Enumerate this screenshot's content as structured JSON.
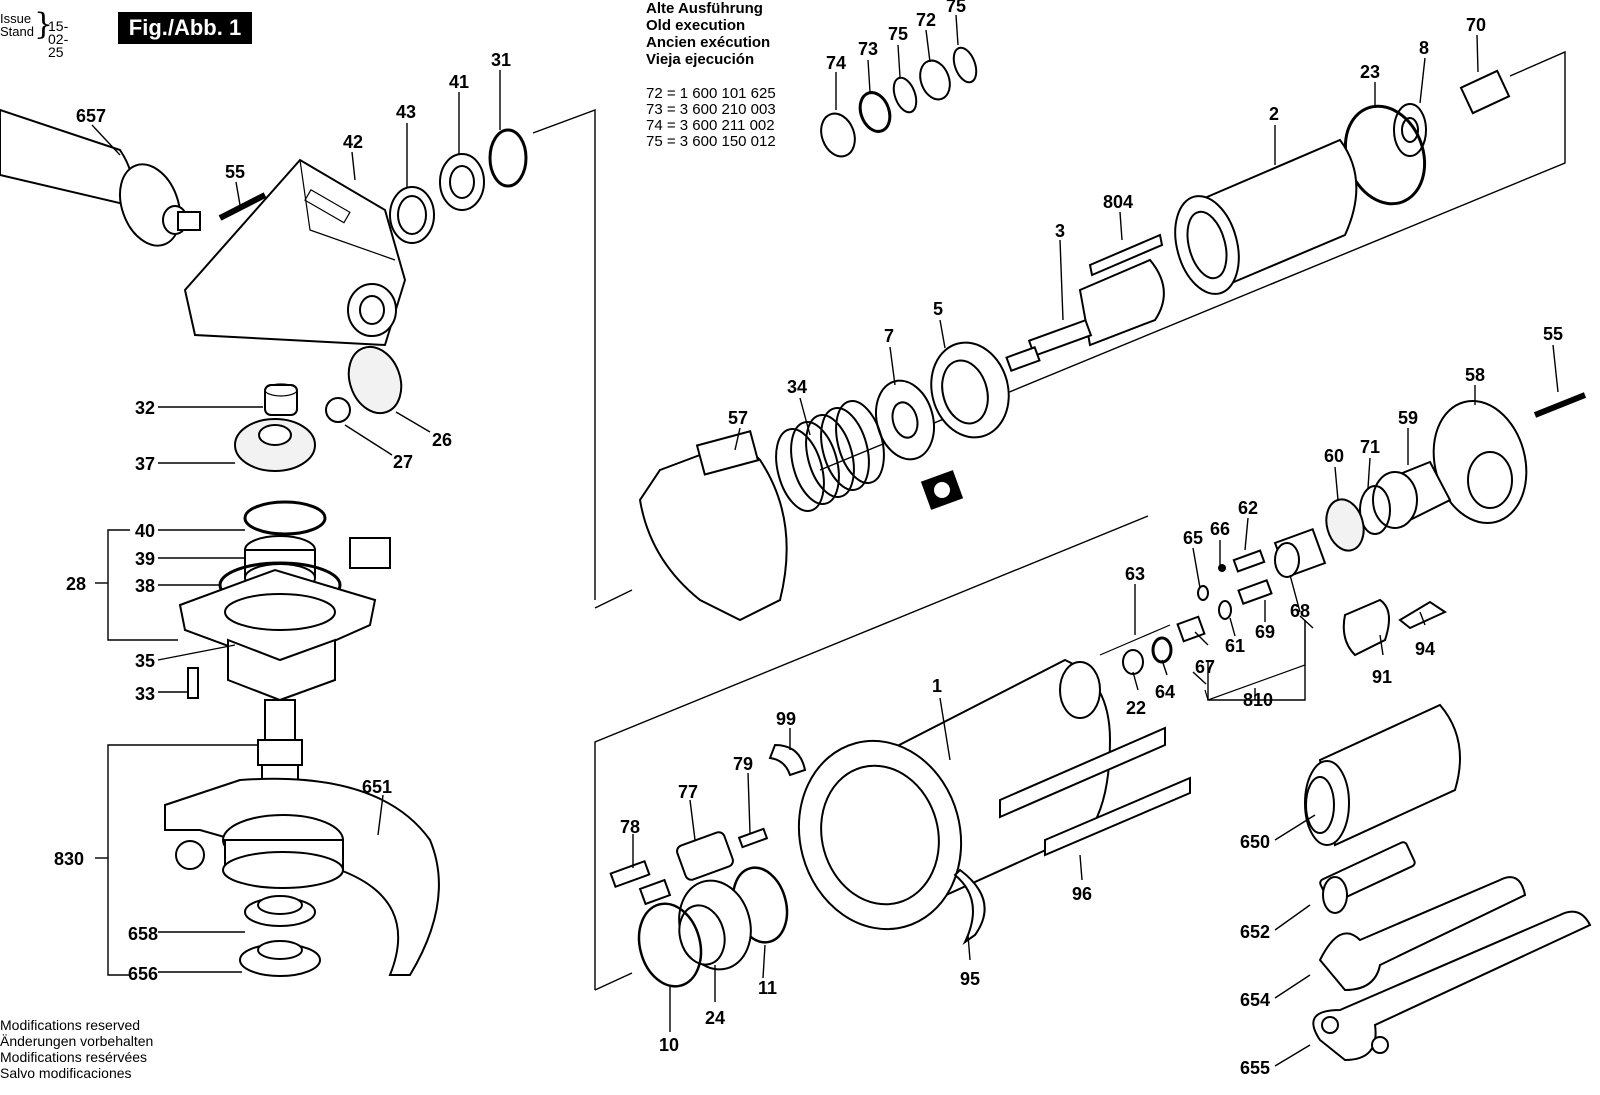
{
  "header": {
    "issue_label": "Issue",
    "stand_label": "Stand",
    "issue_date": "15-02-25",
    "fig_label": "Fig./Abb. 1"
  },
  "old_execution": {
    "lines": [
      "Alte Ausführung",
      "Old execution",
      "Ancien exécution",
      "Vieja ejecución"
    ],
    "mapping": [
      "72 = 1 600 101 625",
      "73 = 3 600 210 003",
      "74 = 3 600 211 002",
      "75 = 3 600 150 012"
    ]
  },
  "footer": {
    "lines": [
      "Modifications reserved",
      "Änderungen vorbehalten",
      "Modifications resérvées",
      "Salvo modificaciones"
    ]
  },
  "part_labels": [
    "657",
    "55",
    "42",
    "43",
    "41",
    "31",
    "32",
    "26",
    "27",
    "37",
    "40",
    "39",
    "38",
    "28",
    "35",
    "33",
    "651",
    "830",
    "658",
    "656",
    "74",
    "73",
    "75",
    "72",
    "75",
    "70",
    "8",
    "23",
    "2",
    "804",
    "3",
    "7",
    "5",
    "34",
    "57",
    "55",
    "58",
    "59",
    "71",
    "60",
    "62",
    "66",
    "65",
    "63",
    "68",
    "69",
    "61",
    "67",
    "64",
    "22",
    "810",
    "91",
    "94",
    "1",
    "99",
    "79",
    "77",
    "78",
    "96",
    "95",
    "650",
    "652",
    "654",
    "655",
    "11",
    "24",
    "10"
  ]
}
